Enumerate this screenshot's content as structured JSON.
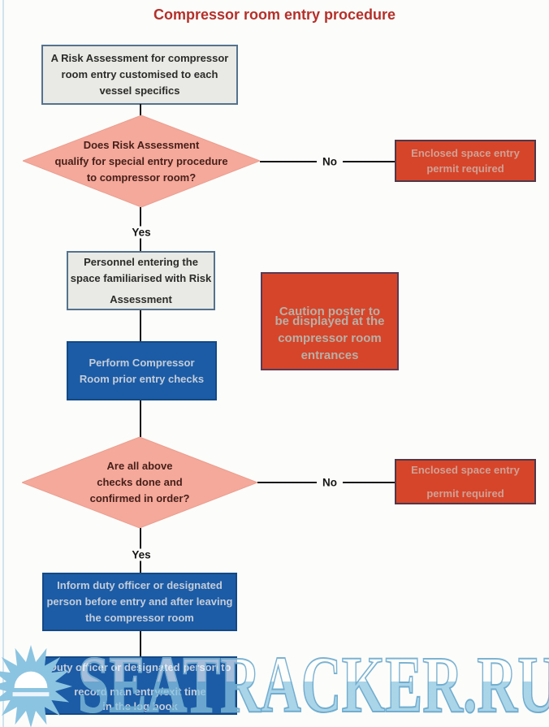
{
  "title": "Compressor room entry procedure",
  "labels": {
    "yes": "Yes",
    "no": "No"
  },
  "watermark": {
    "text": "SEATRACKER.RU"
  },
  "colors": {
    "title_text": "#b5302a",
    "process_fill": "#e9e9e6",
    "process_border": "#54718e",
    "decision_fill": "#f5a99b",
    "decision_text": "#47201a",
    "alert_fill": "#d6452a",
    "alert_border": "#503848",
    "alert_text": "#cfa195",
    "caution_text": "#b6b0a7",
    "blue_fill": "#1c5ba6",
    "blue_text": "#c4cdd8",
    "connector": "#161616",
    "watermark_blue": "#8bc4e0"
  },
  "nodes": [
    {
      "id": "risk-assessment",
      "lines": [
        "A Risk Assessment for compressor",
        "room entry customised to each",
        "vessel specifics"
      ]
    },
    {
      "id": "qualify-decision",
      "lines": [
        "Does Risk Assessment",
        "qualify for special entry procedure",
        "to compressor room?"
      ]
    },
    {
      "id": "permit-required-top",
      "lines": [
        "Enclosed space entry",
        "permit required"
      ]
    },
    {
      "id": "personnel-familiarised",
      "lines": [
        "Personnel entering the",
        "space familiarised with Risk",
        "Assessment"
      ]
    },
    {
      "id": "caution-poster",
      "lines": [
        "Caution poster to",
        "be displayed at the",
        "compressor room",
        "entrances"
      ]
    },
    {
      "id": "prior-entry-checks",
      "lines": [
        "Perform Compressor",
        "Room prior entry checks"
      ]
    },
    {
      "id": "checks-decision",
      "lines": [
        "Are all above",
        "checks done and",
        "confirmed in order?"
      ]
    },
    {
      "id": "permit-required-bottom",
      "lines": [
        "Enclosed space entry",
        "permit required"
      ]
    },
    {
      "id": "inform-duty-officer",
      "lines": [
        "Inform duty officer or designated",
        "person before entry and after leaving",
        "the compressor room"
      ]
    },
    {
      "id": "record-log-book",
      "lines": [
        "Duty officer or designated person to",
        "record man entry/exit time",
        "in the log book"
      ]
    }
  ]
}
